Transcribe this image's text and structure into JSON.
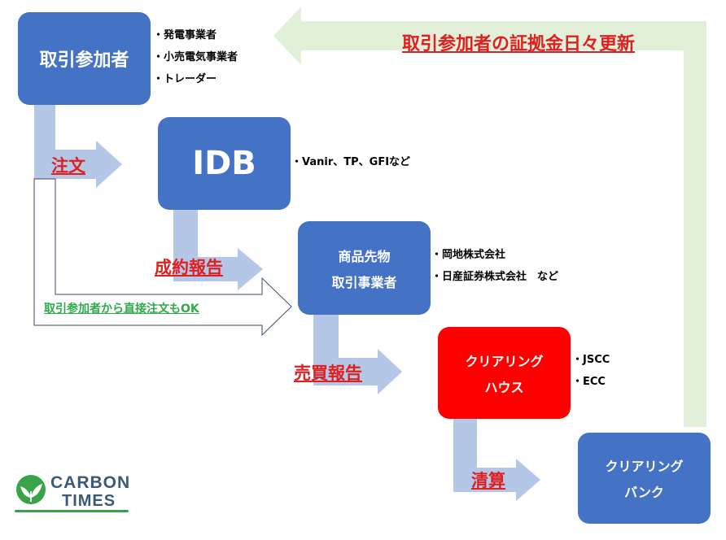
{
  "nodes": {
    "participants": "取引参加者",
    "idb": "IDB",
    "broker_line1": "商品先物",
    "broker_line2": "取引事業者",
    "ch_line1": "クリアリング",
    "ch_line2": "ハウス",
    "bank_line1": "クリアリング",
    "bank_line2": "バンク"
  },
  "notes": {
    "participants": [
      "発電事業者",
      "小売電気事業者",
      "トレーダー"
    ],
    "idb": [
      "Vanir、TP、GFIなど"
    ],
    "broker": [
      "岡地株式会社",
      "日産証券株式会社　など"
    ],
    "clearing_house": [
      "JSCC",
      "ECC"
    ]
  },
  "flows": {
    "order": "注文",
    "trade_report": "成約報告",
    "direct_order": "取引参加者から直接注文もOK",
    "sale_report": "売買報告",
    "settlement": "清算",
    "margin_update": "取引参加者の証拠金日々更新"
  },
  "logo": {
    "line1": "CARBON",
    "line2": "TIMES"
  },
  "colors": {
    "node_blue": "#4472c4",
    "node_red": "#ff0000",
    "arrow_fill": "#b4c7e7",
    "return_arrow_fill": "#e2f0d9",
    "label_red": "#e02020",
    "label_green": "#2eaa4a"
  }
}
